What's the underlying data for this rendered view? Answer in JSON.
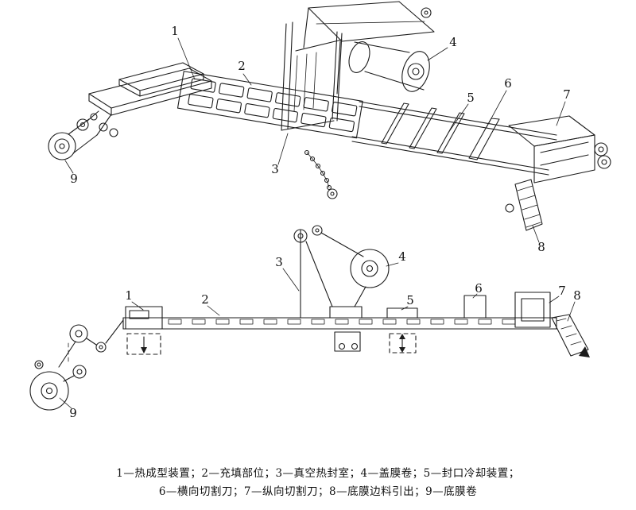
{
  "figure": {
    "background_color": "#ffffff",
    "line_color": "#1c1c1c",
    "callouts": {
      "c1": "1",
      "c2": "2",
      "c3": "3",
      "c4": "4",
      "c5": "5",
      "c6": "6",
      "c7": "7",
      "c8": "8",
      "c9": "9"
    },
    "caption": {
      "line1": "1—热成型装置；2—充填部位；3—真空热封室；4—盖膜卷；5—封口冷却装置；",
      "line2": "6—横向切割刀；7—纵向切割刀；8—底膜边料引出；9—底膜卷"
    }
  }
}
